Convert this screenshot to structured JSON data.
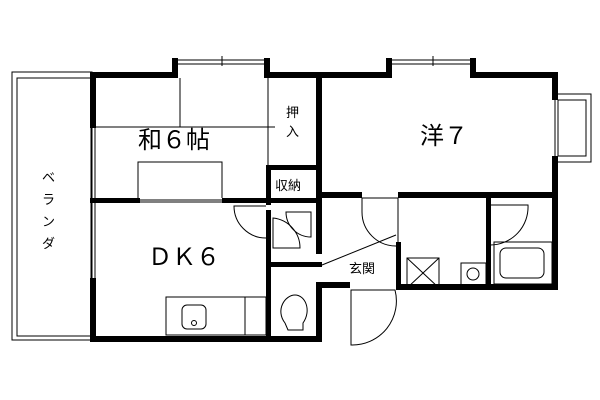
{
  "rooms": {
    "washitsu": "和６帖",
    "youshitsu": "洋７",
    "dk": "ＤＫ６",
    "oshiire_top": "押",
    "oshiire_bottom": "入",
    "shuno": "収納",
    "genkan": "玄関",
    "veranda": [
      "ベ",
      "ラ",
      "ン",
      "ダ"
    ]
  },
  "colors": {
    "line": "#000000",
    "background": "#ffffff"
  }
}
